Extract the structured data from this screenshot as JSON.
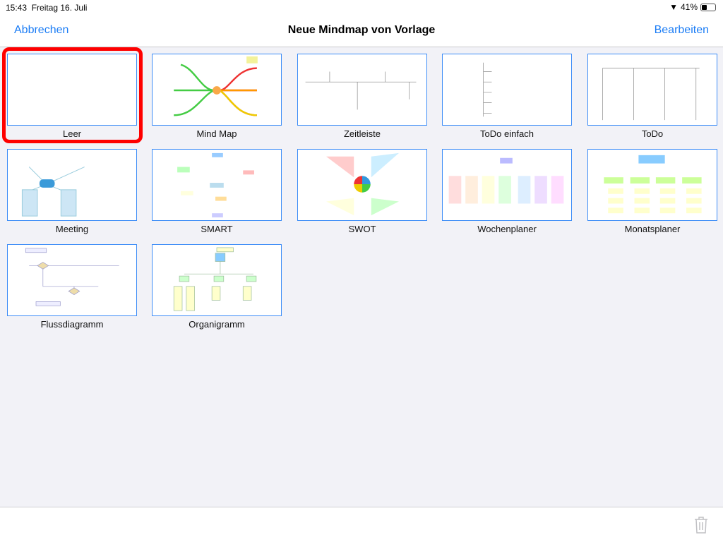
{
  "status": {
    "time": "15:43",
    "date": "Freitag 16. Juli",
    "battery": "41%",
    "battery_level": 0.41
  },
  "nav": {
    "cancel": "Abbrechen",
    "title": "Neue Mindmap von Vorlage",
    "edit": "Bearbeiten"
  },
  "templates": [
    {
      "label": "Leer",
      "selected": true
    },
    {
      "label": "Mind Map"
    },
    {
      "label": "Zeitleiste"
    },
    {
      "label": "ToDo einfach"
    },
    {
      "label": "ToDo"
    },
    {
      "label": "Meeting"
    },
    {
      "label": "SMART"
    },
    {
      "label": "SWOT"
    },
    {
      "label": "Wochenplaner"
    },
    {
      "label": "Monatsplaner"
    },
    {
      "label": "Flussdiagramm"
    },
    {
      "label": "Organigramm"
    }
  ]
}
